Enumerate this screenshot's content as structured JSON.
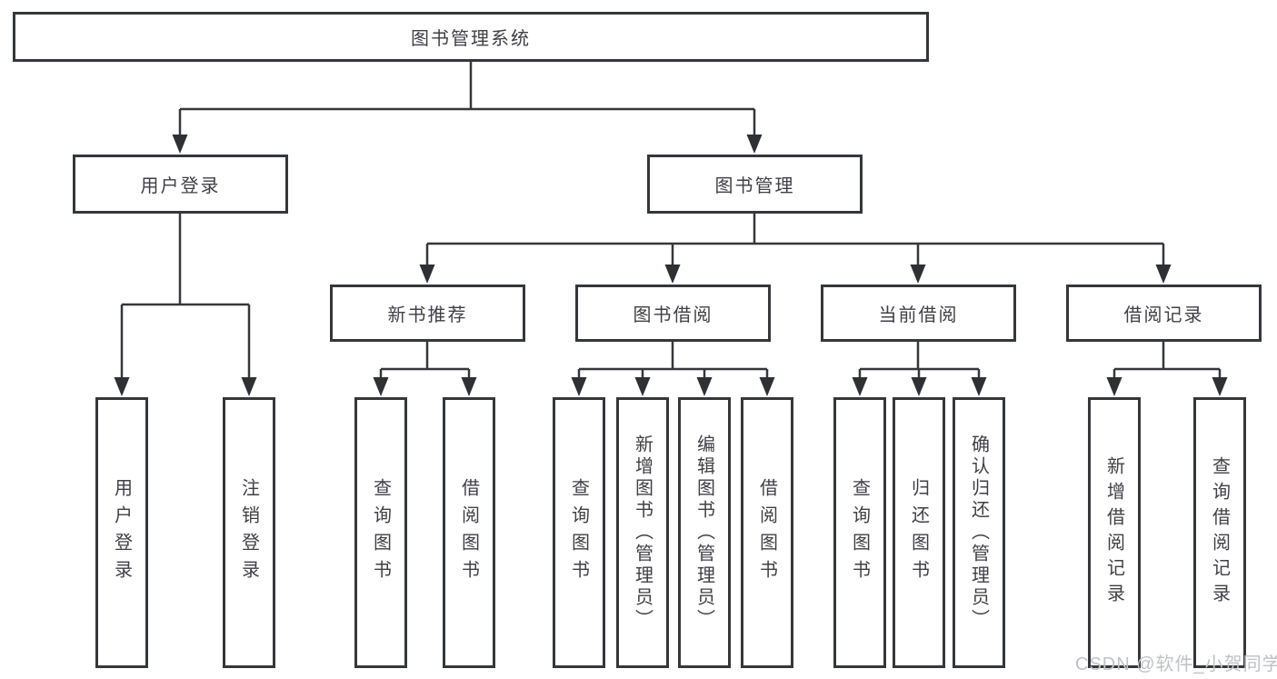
{
  "diagram": {
    "title": "图书管理系统",
    "nodes": {
      "user_login": "用户登录",
      "book_management": "图书管理",
      "new_book_recommend": "新书推荐",
      "book_borrow": "图书借阅",
      "current_borrow": "当前借阅",
      "borrow_records": "借阅记录"
    },
    "leaves": {
      "user_login": [
        "用户登录",
        "注销登录"
      ],
      "new_book_recommend": [
        "查询图书",
        "借阅图书"
      ],
      "book_borrow": [
        "查询图书",
        "新增图书（管理员）",
        "编辑图书（管理员）",
        "借阅图书"
      ],
      "current_borrow": [
        "查询图书",
        "归还图书",
        "确认归还（管理员）"
      ],
      "borrow_records": [
        "新增借阅记录",
        "查询借阅记录"
      ]
    },
    "colors": {
      "line": "#35373a",
      "box_border": "#35373a",
      "text": "#3f3f46",
      "watermark": "#bfc2c7",
      "background": "#ffffff"
    }
  },
  "watermark": {
    "text": "CSDN @软件_小贺同学"
  }
}
